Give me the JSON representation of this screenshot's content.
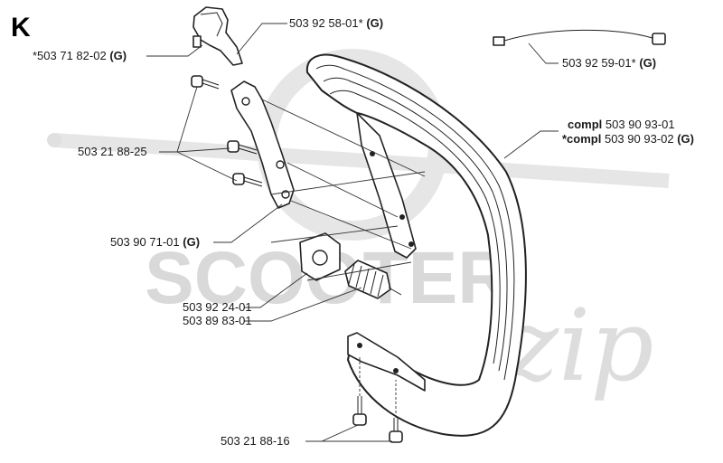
{
  "section_letter": "K",
  "watermark": {
    "brand": "SCOOTER",
    "script": "zip"
  },
  "labels": [
    {
      "id": "p1",
      "number": "*503 71 82-02",
      "suffix": "(G)"
    },
    {
      "id": "p2",
      "number": "503 92 58-01*",
      "suffix": "(G)"
    },
    {
      "id": "p3",
      "number": "503 92 59-01*",
      "suffix": "(G)"
    },
    {
      "id": "p4a",
      "prefix": "compl",
      "number": "503 90 93-01",
      "suffix": ""
    },
    {
      "id": "p4b",
      "prefix": "*compl",
      "number": "503 90 93-02",
      "suffix": "(G)"
    },
    {
      "id": "p5",
      "number": "503 21 88-25",
      "suffix": ""
    },
    {
      "id": "p6",
      "number": "503 90 71-01",
      "suffix": "(G)"
    },
    {
      "id": "p7",
      "number": "503 92 24-01",
      "suffix": ""
    },
    {
      "id": "p8",
      "number": "503 89 83-01",
      "suffix": ""
    },
    {
      "id": "p9",
      "number": "503 21 88-16",
      "suffix": ""
    }
  ]
}
